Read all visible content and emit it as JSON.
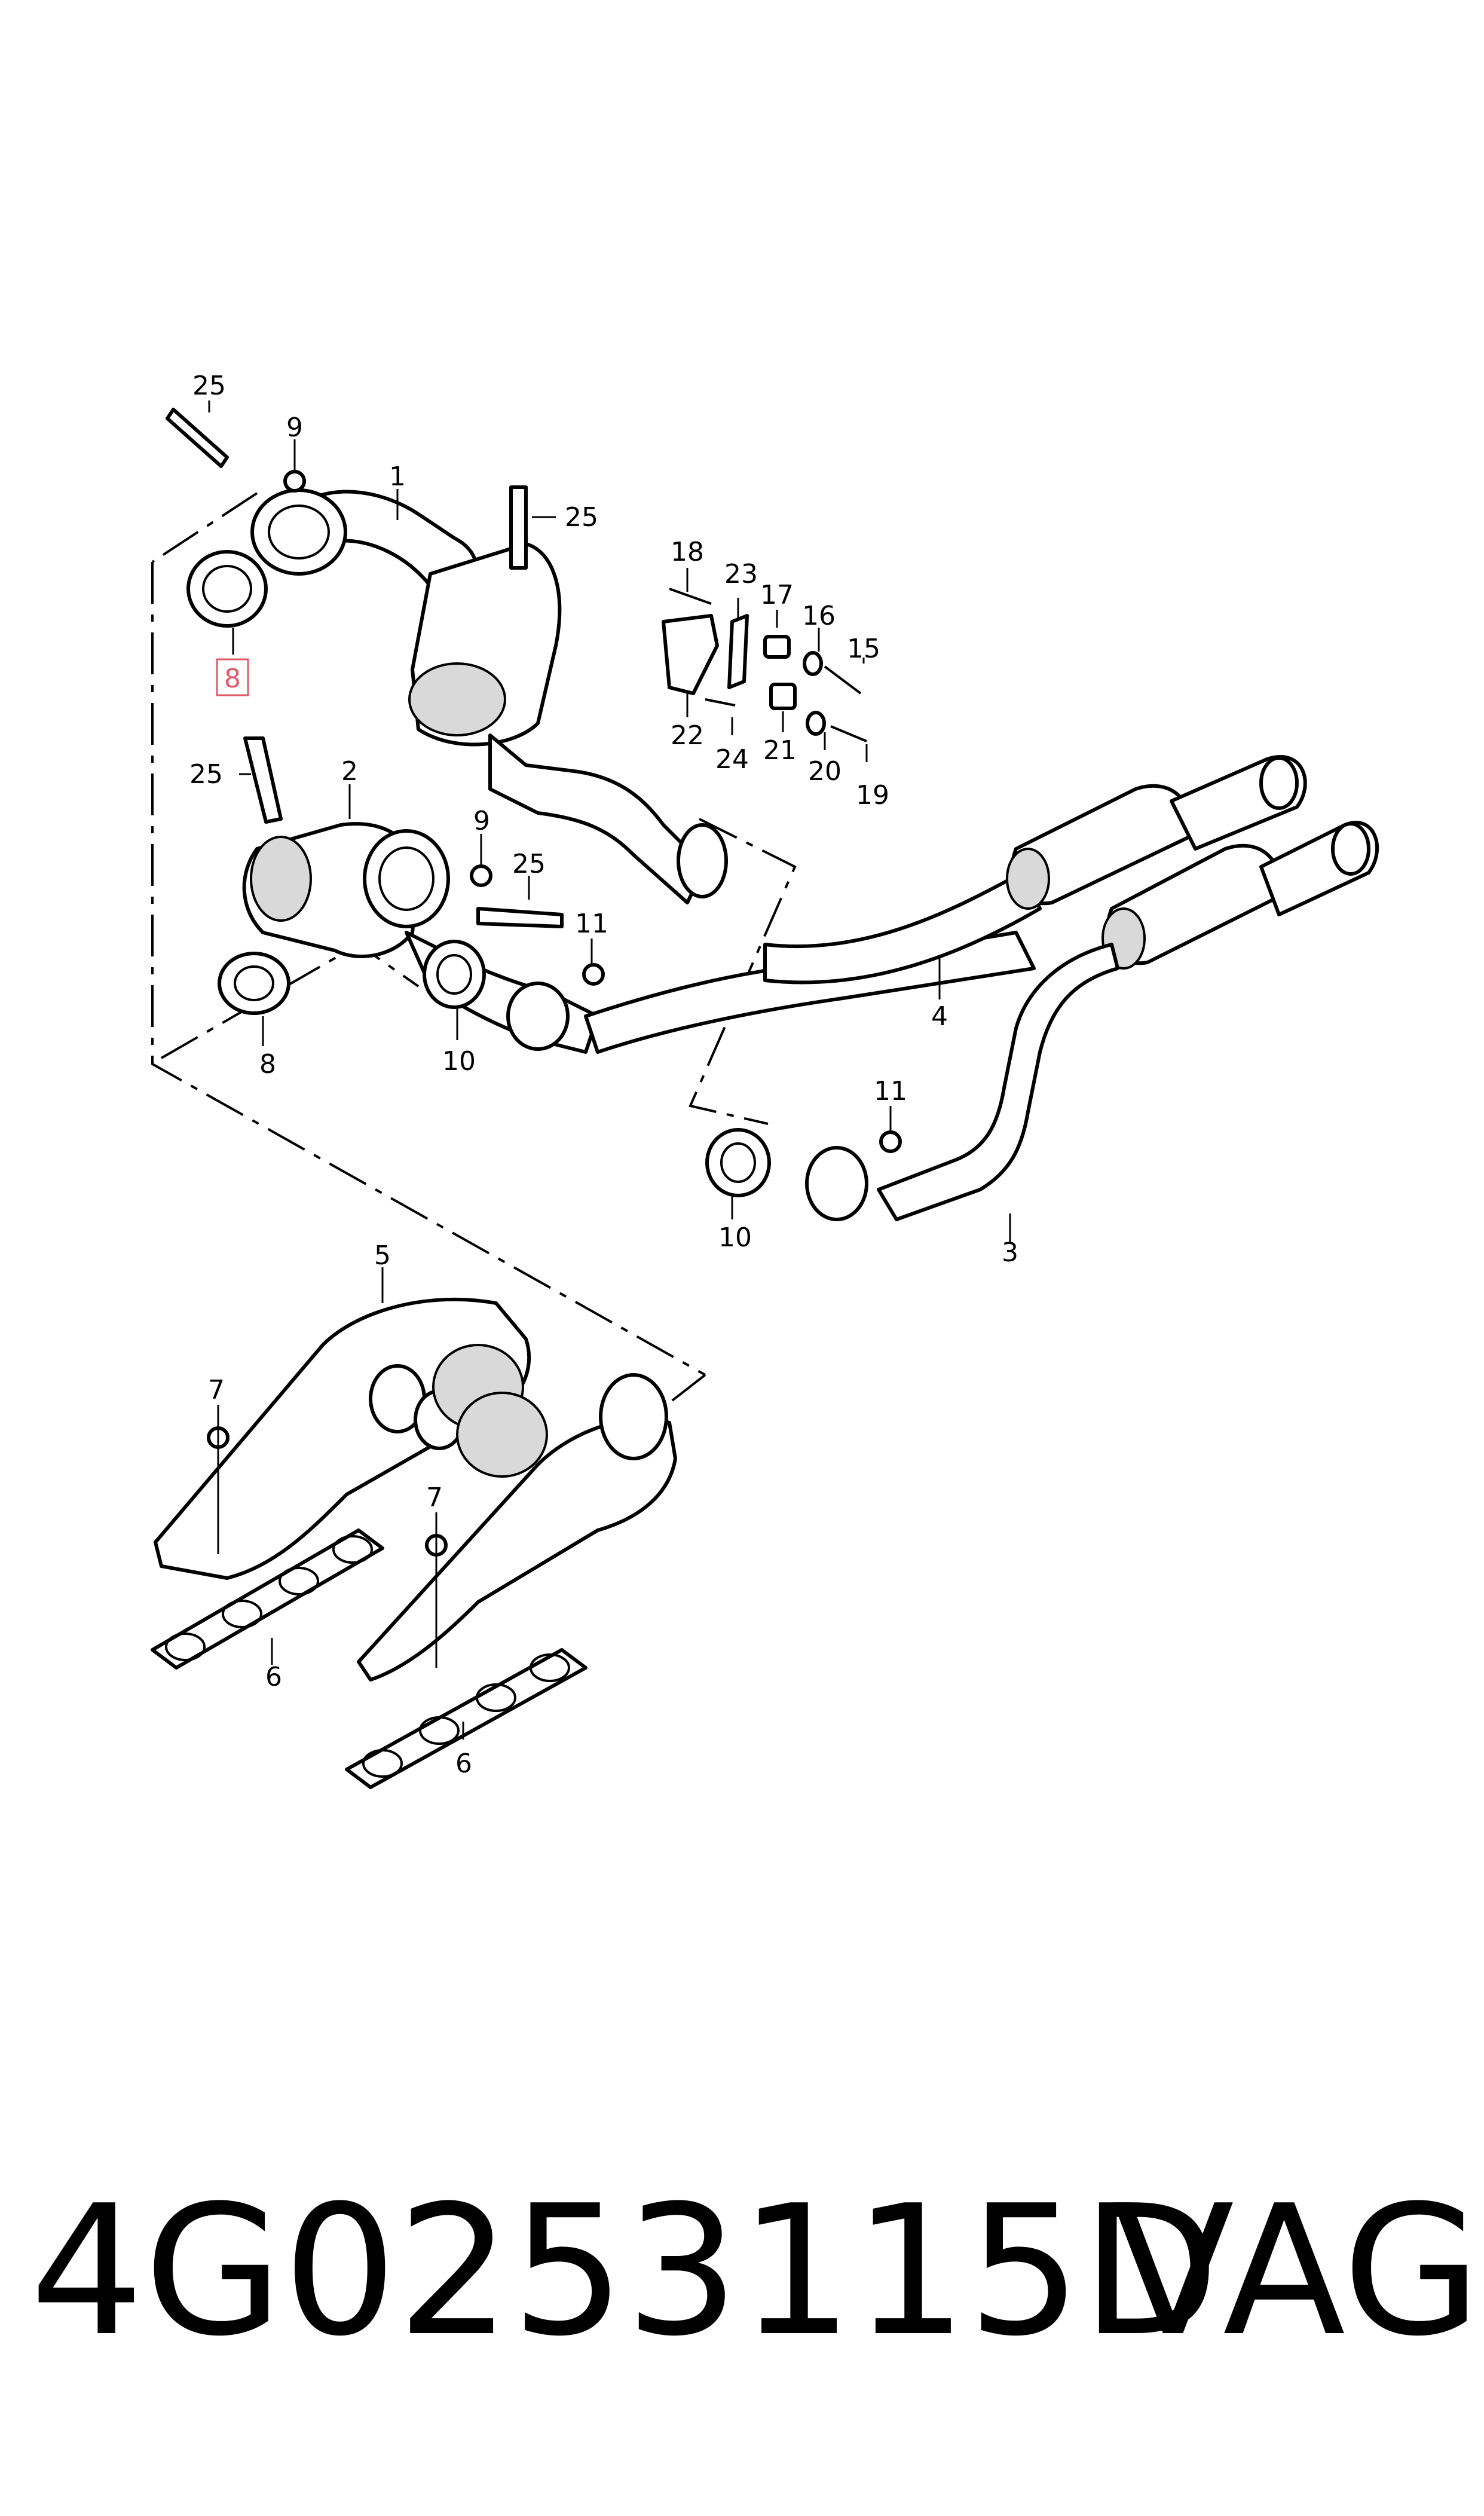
{
  "diagram": {
    "labels": {
      "p1": "1",
      "p2": "2",
      "p3": "3",
      "p4": "4",
      "p5": "5",
      "p6a": "6",
      "p6b": "6",
      "p7a": "7",
      "p7b": "7",
      "p8_highlighted": "8",
      "p8b": "8",
      "p9a": "9",
      "p9b": "9",
      "p10a": "10",
      "p10b": "10",
      "p11a": "11",
      "p11b": "11",
      "p15": "15",
      "p16": "16",
      "p17": "17",
      "p18": "18",
      "p19": "19",
      "p20": "20",
      "p21": "21",
      "p22": "22",
      "p23": "23",
      "p24": "24",
      "p25a": "25",
      "p25b": "25",
      "p25c": "25",
      "p25d": "25"
    },
    "highlight_color": "#e05a6a"
  },
  "caption": {
    "part_number": "4G0253115D",
    "brand": "VAG"
  }
}
